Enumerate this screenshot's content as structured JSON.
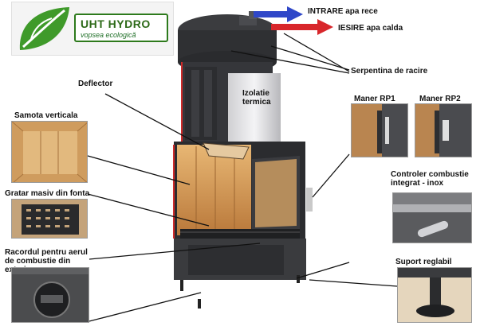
{
  "brand": {
    "name": "UHT HYDRO",
    "tagline": "vopsea ecologică"
  },
  "labels": {
    "water_in": "INTRARE apa rece",
    "water_out": "IESIRE apa calda",
    "cooling_coil": "Serpentina de racire",
    "deflector": "Deflector",
    "insulation": "Izolatie termica",
    "vertical_fireclay": "Samota verticala",
    "handle_rp1": "Maner RP1",
    "handle_rp2": "Maner RP2",
    "cast_iron_grate": "Gratar masiv din fonta",
    "combustion_controller": "Controler combustie integrat - inox",
    "outside_air_fitting": "Racordul pentru aerul de combustie din exterior",
    "adjustable_support": "Suport reglabil"
  },
  "colors": {
    "inlet_arrow": "#2f47c8",
    "outlet_arrow": "#d8262b",
    "brand_green": "#2d7a1c"
  }
}
